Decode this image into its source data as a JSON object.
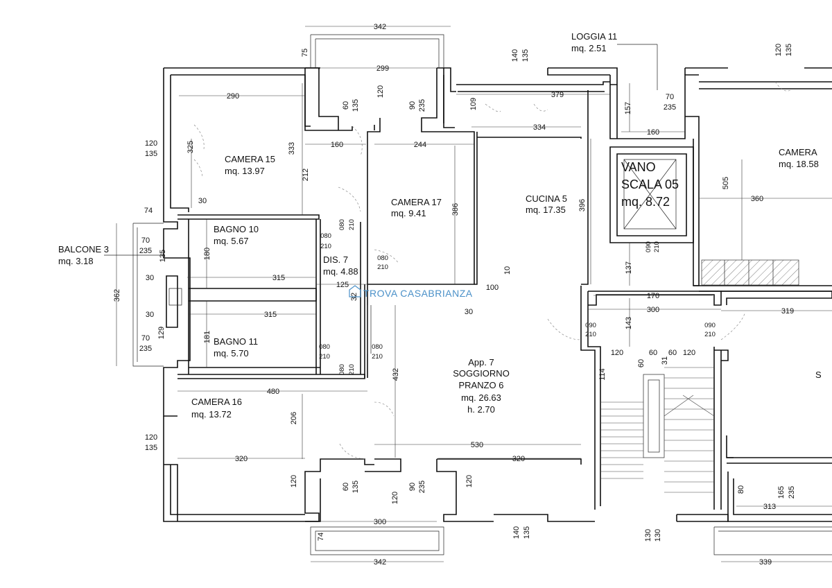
{
  "rooms": {
    "camera15": {
      "name": "CAMERA 15",
      "area": "mq. 13.97"
    },
    "camera17": {
      "name": "CAMERA 17",
      "area": "mq. 9.41"
    },
    "cucina5": {
      "name": "CUCINA 5",
      "area": "mq. 17.35"
    },
    "vano": {
      "line1": "VANO",
      "line2": "SCALA 05",
      "area": "mq. 8.72"
    },
    "cameraR": {
      "name": "CAMERA",
      "area": "mq. 18.58"
    },
    "loggia11": {
      "name": "LOGGIA 11",
      "area": "mq. 2.51"
    },
    "bagno10": {
      "name": "BAGNO 10",
      "area": "mq. 5.67"
    },
    "bagno11": {
      "name": "BAGNO 11",
      "area": "mq. 5.70"
    },
    "dis7": {
      "name": "DIS. 7",
      "area": "mq. 4.88"
    },
    "balcone3": {
      "name": "BALCONE 3",
      "area": "mq. 3.18"
    },
    "camera16": {
      "name": "CAMERA 16",
      "area": "mq. 13.72"
    },
    "soggiorno": {
      "line1": "App. 7",
      "line2": "SOGGIORNO",
      "line3": "PRANZO 6",
      "area": "mq. 26.63",
      "height": "h. 2.70"
    }
  },
  "edge_letter": "S",
  "watermark": "TROVA CASABRIANZA",
  "dims": {
    "d342a": "342",
    "d75": "75",
    "d299": "299",
    "d290": "290",
    "d120a": "120",
    "d60a": "60",
    "d135a": "135",
    "d90a": "90",
    "d235a": "235",
    "d140a": "140",
    "d135b": "135",
    "d379": "379",
    "d109": "109",
    "d334": "334",
    "d157": "157",
    "d160a": "160",
    "d70a": "70",
    "d235b": "235",
    "d120b": "120",
    "d135c": "135",
    "d120c": "120",
    "d135d": "135",
    "d325": "325",
    "d333": "333",
    "d160b": "160",
    "d244": "244",
    "d212": "212",
    "d30a": "30",
    "d74a": "74",
    "d386": "386",
    "d396": "396",
    "d505": "505",
    "d360": "360",
    "d70b": "70",
    "d235c": "235",
    "d135e": "135",
    "d180": "180",
    "d080a": "080",
    "d210a": "210",
    "d080b": "080",
    "d210b": "210",
    "d080c": "080",
    "d210c": "210",
    "d090a": "090",
    "d210d": "210",
    "d30b": "30",
    "d315a": "315",
    "d125": "125",
    "d100": "100",
    "d10": "10",
    "d137": "137",
    "d170": "170",
    "d362": "362",
    "d32": "32",
    "d30c": "30",
    "d315b": "315",
    "d300a": "300",
    "d319": "319",
    "d143": "143",
    "d30d": "30",
    "d090b": "090",
    "d210e": "210",
    "d090c": "090",
    "d210f": "210",
    "d129": "129",
    "d181": "181",
    "d70c": "70",
    "d235d": "235",
    "d080d": "080",
    "d210g": "210",
    "d080e": "080",
    "d210h": "210",
    "d080f": "080",
    "d210i": "210",
    "d120d": "120",
    "d60b": "60",
    "d60c": "60",
    "d60d": "60",
    "d31": "31",
    "d120e": "120",
    "d114": "114",
    "d432": "432",
    "d480": "480",
    "d206": "206",
    "d120f": "120",
    "d135f": "135",
    "d530": "530",
    "d320a": "320",
    "d320b": "320",
    "d120g": "120",
    "d60e": "60",
    "d135g": "135",
    "d90b": "90",
    "d235e": "235",
    "d120h": "120",
    "d120i": "120",
    "d80": "80",
    "d165": "165",
    "d235f": "235",
    "d313": "313",
    "d300b": "300",
    "d74b": "74",
    "d140b": "140",
    "d135h": "135",
    "d130a": "130",
    "d130b": "130",
    "d342b": "342",
    "d339": "339"
  }
}
